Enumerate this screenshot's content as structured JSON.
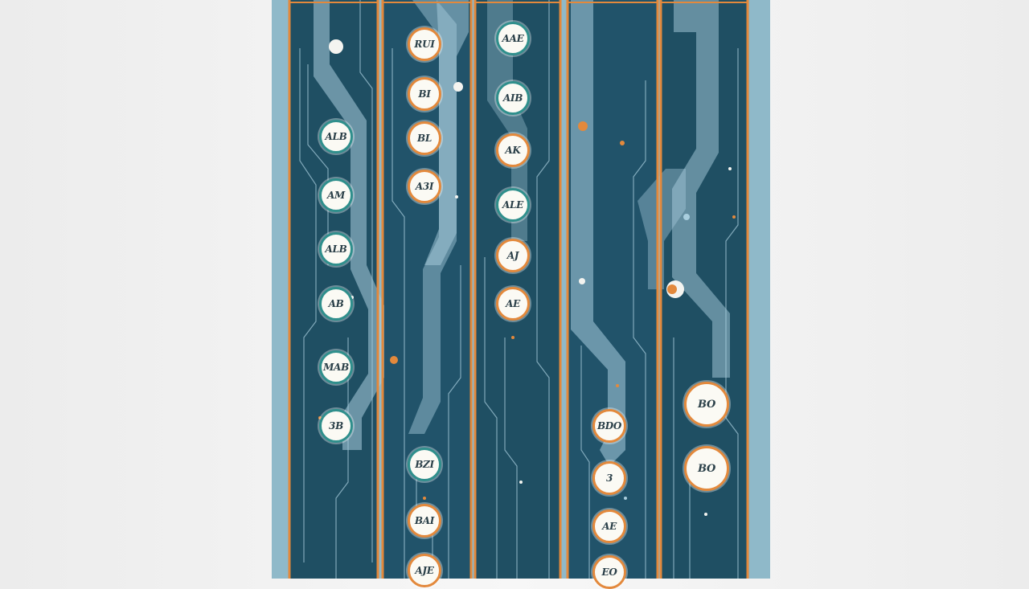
{
  "palette": {
    "background": "#f2f2f2",
    "panel_frame": "#8fb9c9",
    "column_fill": "#1f4f63",
    "trace_light": "#a9cede",
    "orange_accent": "#e3893c",
    "teal_accent": "#2f8f8c",
    "node_fill": "#fbfaf4"
  },
  "columns": [
    {
      "nodes": [
        {
          "label": "ALB",
          "ring": "teal"
        },
        {
          "label": "AM",
          "ring": "teal"
        },
        {
          "label": "ALB",
          "ring": "teal"
        },
        {
          "label": "AB",
          "ring": "teal"
        },
        {
          "label": "MAB",
          "ring": "teal"
        },
        {
          "label": "3B",
          "ring": "teal"
        }
      ]
    },
    {
      "nodes": [
        {
          "label": "RUI",
          "ring": "orange"
        },
        {
          "label": "BI",
          "ring": "orange"
        },
        {
          "label": "BL",
          "ring": "orange"
        },
        {
          "label": "A3I",
          "ring": "orange"
        },
        {
          "label": "BZI",
          "ring": "teal"
        },
        {
          "label": "BAI",
          "ring": "orange"
        },
        {
          "label": "AJE",
          "ring": "orange"
        }
      ]
    },
    {
      "nodes": [
        {
          "label": "AAE",
          "ring": "teal"
        },
        {
          "label": "AIB",
          "ring": "teal"
        },
        {
          "label": "AK",
          "ring": "orange"
        },
        {
          "label": "ALE",
          "ring": "teal"
        },
        {
          "label": "AJ",
          "ring": "orange"
        },
        {
          "label": "AE",
          "ring": "orange"
        }
      ]
    },
    {
      "nodes": [
        {
          "label": "BDO",
          "ring": "orange"
        },
        {
          "label": "3",
          "ring": "orange"
        },
        {
          "label": "AE",
          "ring": "orange"
        },
        {
          "label": "EO",
          "ring": "orange"
        }
      ]
    },
    {
      "nodes": [
        {
          "label": "BO",
          "ring": "orange"
        },
        {
          "label": "BO",
          "ring": "orange"
        }
      ]
    }
  ]
}
